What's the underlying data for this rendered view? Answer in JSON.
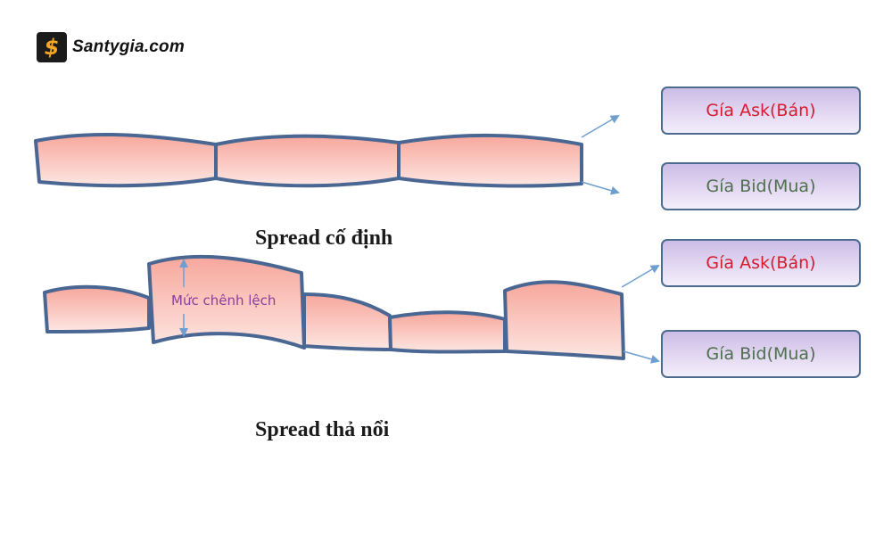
{
  "logo": {
    "symbol": "$",
    "text": "Santygia.com"
  },
  "fixed": {
    "caption": "Spread cố định",
    "ask_label": "Gía Ask(Bán)",
    "bid_label": "Gía Bid(Mua)"
  },
  "floating": {
    "caption": "Spread thả nổi",
    "diff_label": "Mức chênh lệch",
    "ask_label": "Gía Ask(Bán)",
    "bid_label": "Gía Bid(Mua)"
  },
  "colors": {
    "band_fill_top": "#f7a79c",
    "band_fill_bottom": "#fde6e2",
    "band_stroke": "#4a6793",
    "arrow": "#6f9fd1",
    "ask_text": "#d81b2f",
    "bid_text": "#4f6f4f",
    "diff_text": "#8a3f9a"
  }
}
